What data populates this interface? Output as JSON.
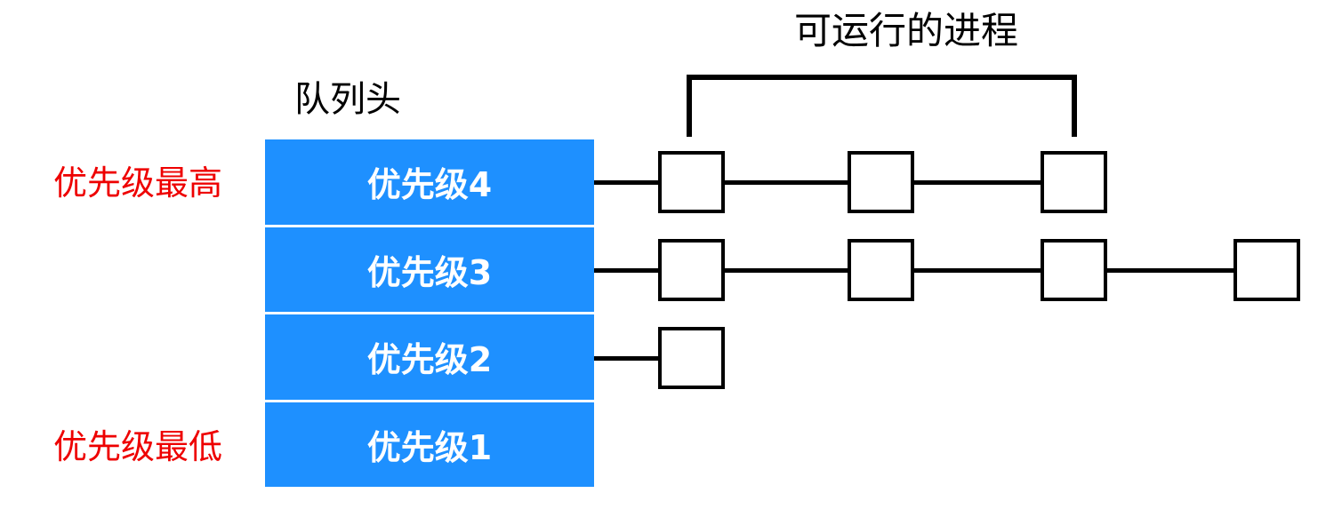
{
  "diagram": {
    "title": "可运行的进程",
    "queue_head_label": "队列头",
    "priority_annotations": {
      "highest": "优先级最高",
      "lowest": "优先级最低"
    },
    "queue": {
      "rows": [
        {
          "label": "优先级4",
          "process_count": 3
        },
        {
          "label": "优先级3",
          "process_count": 4
        },
        {
          "label": "优先级2",
          "process_count": 1
        },
        {
          "label": "优先级1",
          "process_count": 0
        }
      ]
    },
    "colors": {
      "queue_fill": "#1e90ff",
      "queue_text": "#ffffff",
      "annotation_red": "#ee0000",
      "line_black": "#000000",
      "background": "#ffffff"
    }
  }
}
